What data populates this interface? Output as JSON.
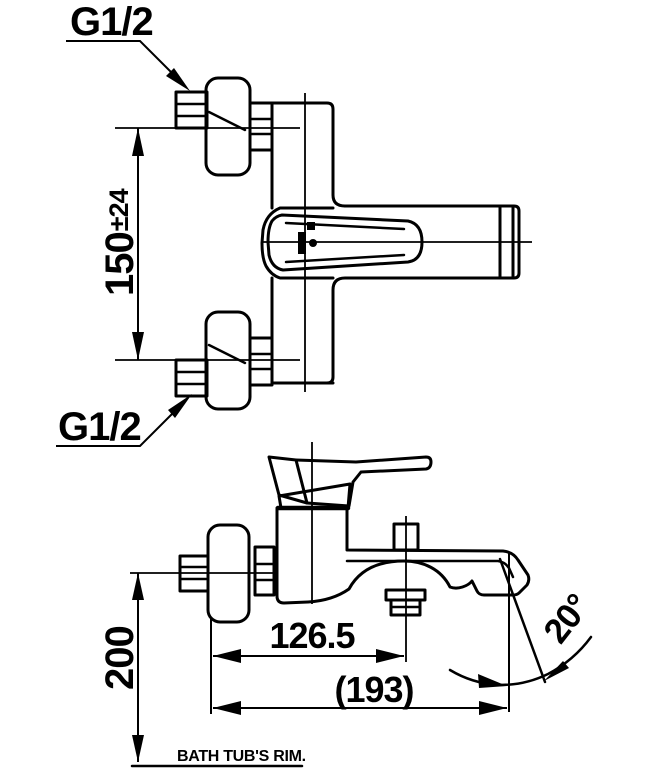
{
  "colors": {
    "line": "#000000",
    "background": "#ffffff"
  },
  "front_view": {
    "supply_label_top": "G1/2",
    "supply_label_bottom": "G1/2",
    "supply_center_distance": "150",
    "supply_center_tolerance": "±24"
  },
  "side_view": {
    "height_above_rim": "200",
    "diverter_offset": "126.5",
    "overall_reach": "(193)",
    "spout_angle": "20°",
    "rim_note": "BATH TUB'S RIM."
  }
}
